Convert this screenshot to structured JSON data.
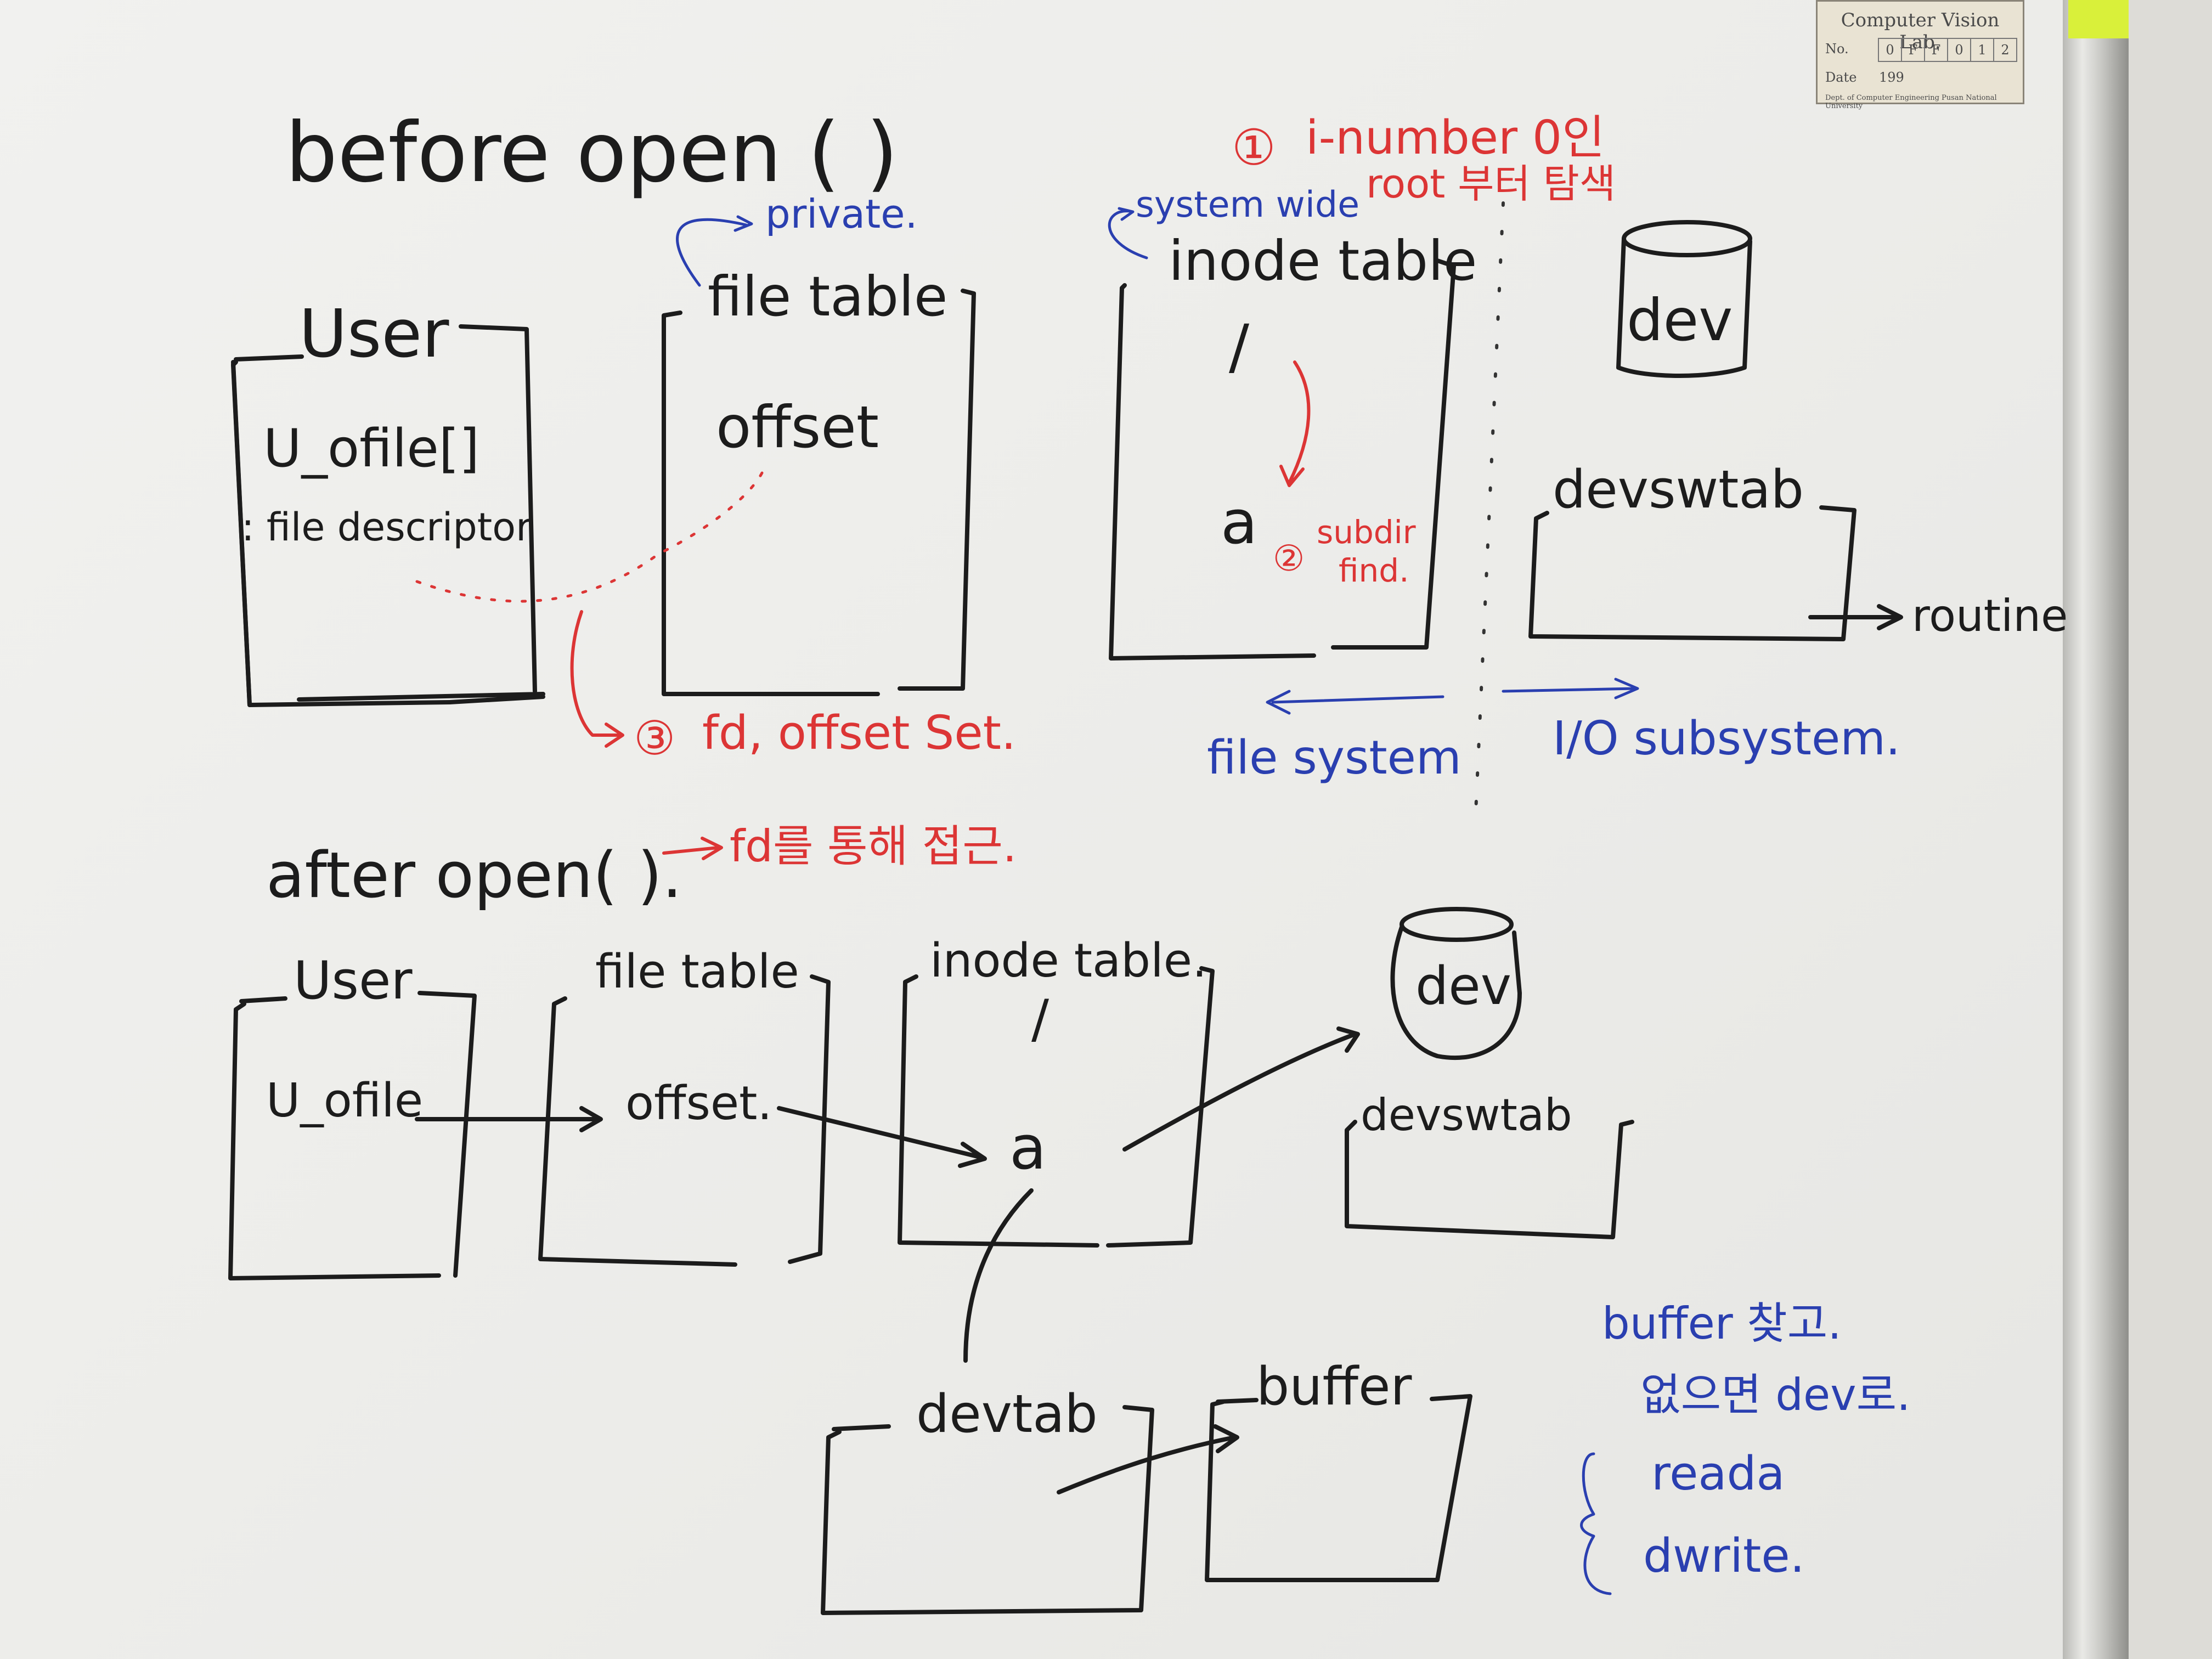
{
  "sticker": {
    "lab": "Computer Vision Lab.",
    "no_label": "No.",
    "no_chars": [
      "0",
      "F",
      "F",
      "0",
      "1",
      "2"
    ],
    "date_label": "Date",
    "date_value": "199",
    "dept": "Dept. of Computer Engineering    Pusan National University"
  },
  "before": {
    "title": "before open ( )",
    "user": {
      "label": "User",
      "field": "U_ofile[]",
      "note": ": file descriptor"
    },
    "file_table": {
      "label": "file table",
      "note": "private.",
      "field": "offset"
    },
    "inode_table": {
      "label": "inode table",
      "note": "system wide",
      "root": "/",
      "node": "a"
    },
    "annotations": {
      "step1_num": "①",
      "step1": "i-number 0인",
      "step1b": "root 부터 탐색",
      "step2_num": "②",
      "step2": "subdir",
      "step2b": "find.",
      "step3_num": "③",
      "step3": "fd, offset  Set."
    },
    "dev": "dev",
    "devswtab": "devswtab",
    "routine": "routine",
    "file_system": "file system",
    "io_subsystem": "I/O  subsystem."
  },
  "after": {
    "title": "after open( ).",
    "note": "fd를 통해 접근.",
    "user": {
      "label": "User",
      "field": "U_ofile"
    },
    "file_table": {
      "label": "file table",
      "field": "offset."
    },
    "inode_table": {
      "label": "inode table.",
      "root": "/",
      "node": "a"
    },
    "dev": "dev",
    "devswtab": "devswtab",
    "devtab": "devtab",
    "buffer": "buffer",
    "notes": [
      "buffer 찾고.",
      "없으면 dev로.",
      "reada",
      "dwrite."
    ]
  }
}
